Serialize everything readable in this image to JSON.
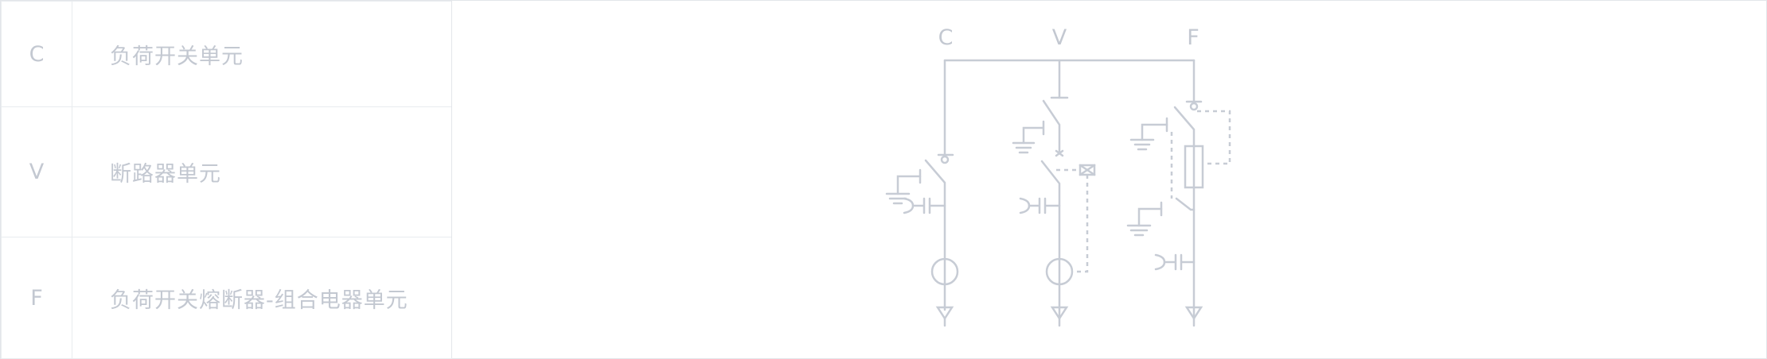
{
  "legend": {
    "rows": [
      {
        "code": "C",
        "description": "负荷开关单元"
      },
      {
        "code": "V",
        "description": "断路器单元"
      },
      {
        "code": "F",
        "description": "负荷开关熔断器-组合电器单元"
      }
    ]
  },
  "diagram": {
    "units": [
      {
        "label": "C"
      },
      {
        "label": "V"
      },
      {
        "label": "F"
      }
    ]
  },
  "colors": {
    "line": "#c7ccd5",
    "text": "#c3c8d1",
    "border": "#e3e6ea"
  }
}
